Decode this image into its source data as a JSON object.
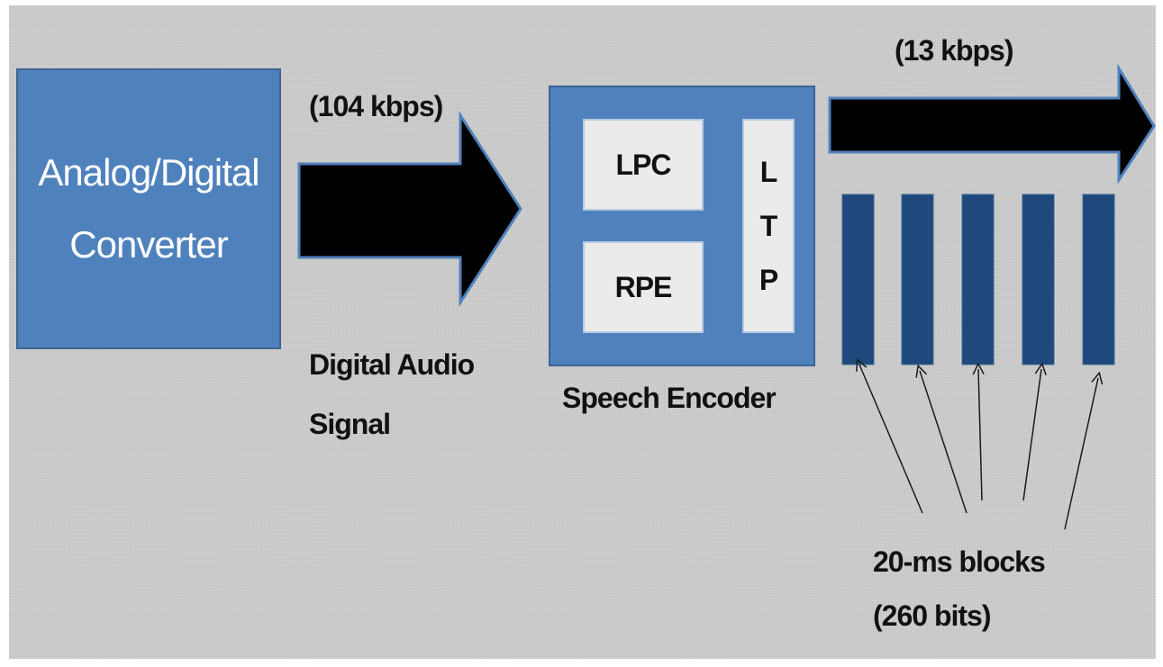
{
  "converter": {
    "label": "Analog/Digital\nConverter"
  },
  "input_rate": "(104 kbps)",
  "signal_label": "Digital Audio\nSignal",
  "encoder": {
    "caption": "Speech Encoder",
    "lpc": "LPC",
    "rpe": "RPE",
    "ltp_letters": [
      "L",
      "T",
      "P"
    ]
  },
  "output_rate": "(13 kbps)",
  "blocks": {
    "count": 5,
    "label": "20-ms blocks\n(260 bits)"
  },
  "colors": {
    "background": "#c8c8c8",
    "box_fill": "#4f81bd",
    "box_border": "#3a6593",
    "inner_box_fill": "#ebebeb",
    "arrow_fill": "#000000",
    "block_fill": "#1f497d"
  }
}
